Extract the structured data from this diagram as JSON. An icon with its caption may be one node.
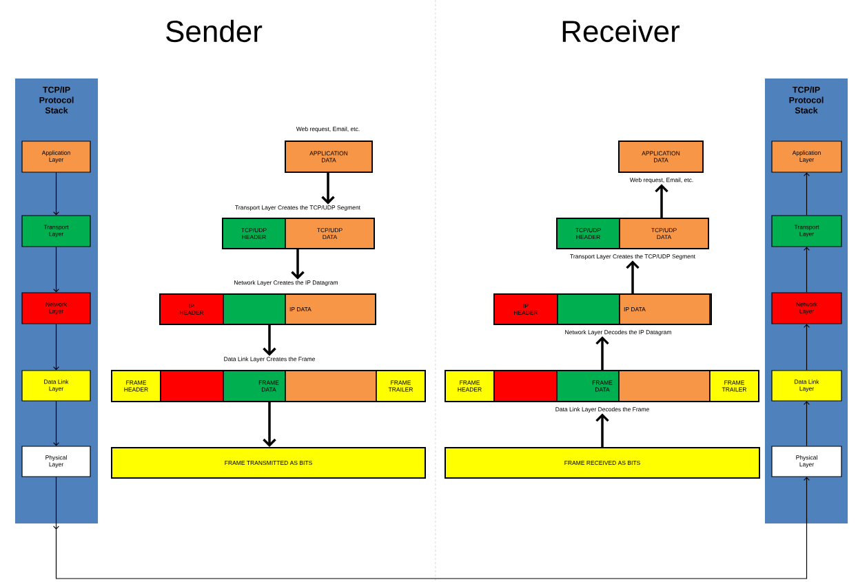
{
  "diagram": {
    "nodes": [
      {
        "text": [
          "TCP/IP Protocol Stack"
        ]
      },
      {
        "text": [
          "Application Layer"
        ],
        "in": 0
      },
      {
        "text": [
          "Transport Layer"
        ],
        "in": 0
      },
      {
        "text": [
          "Network Layer"
        ],
        "in": 0
      },
      {
        "text": [
          "Data Link Layer"
        ],
        "in": 0
      },
      {
        "text": [
          "Physical Layer"
        ],
        "in": 0
      },
      {
        "text": [
          "APPLICATION DATA"
        ],
        "beside": [
          "Web request, Email, etc."
        ]
      },
      {
        "text": [
          "Transport Layer Creates the TCP/UDP Segment",
          "TCP/UDP HEADER",
          "TCP/UDP DATA"
        ]
      },
      {
        "text": [
          "Network Layer Creates the IP Datagram",
          "IP HEADER",
          "IP DATA"
        ]
      },
      {
        "text": [
          "Data Link Layer Creates the Frame",
          "FRAME HEADER",
          "FRAME DATA",
          "FRAME TRAILER"
        ]
      },
      {
        "text": [
          "FRAME TRANSMITTED AS BITS"
        ]
      },
      {
        "text": [
          "APPLICATION DATA"
        ],
        "beside": [
          "Web request, Email, etc."
        ]
      },
      {
        "text": [
          "TCP/UDP HEADER",
          "TCP/UDP DATA",
          "Transport Layer Creates the TCP/UDP Segment"
        ]
      },
      {
        "text": [
          "IP HEADER",
          "IP DATA",
          "Network Layer Decodes the IP Datagram"
        ]
      },
      {
        "text": [
          "FRAME HEADER",
          "FRAME DATA",
          "FRAME TRAILER",
          "Data Link Layer Decodes the Frame"
        ]
      },
      {
        "text": [
          "FRAME RECEIVED AS BITS"
        ]
      },
      {
        "text": [
          "TCP/IP Protocol Stack"
        ]
      },
      {
        "text": [
          "Application Layer"
        ],
        "in": 16
      },
      {
        "text": [
          "Transport Layer"
        ],
        "in": 16
      },
      {
        "text": [
          "Network Layer"
        ],
        "in": 16
      },
      {
        "text": [
          "Data Link Layer"
        ],
        "in": 16
      },
      {
        "text": [
          "Physical Layer"
        ],
        "in": 16
      }
    ],
    "edges": [
      {
        "from": 1,
        "to": 2,
        "arrow": "to"
      },
      {
        "from": 2,
        "to": 3,
        "arrow": "to"
      },
      {
        "from": 3,
        "to": 4,
        "arrow": "to"
      },
      {
        "from": 4,
        "to": 5,
        "arrow": "to"
      },
      {
        "from": 5,
        "to": 21,
        "arrow": "to"
      },
      {
        "from": 21,
        "to": 20,
        "arrow": "to"
      },
      {
        "from": 20,
        "to": 19,
        "arrow": "to"
      },
      {
        "from": 19,
        "to": 18,
        "arrow": "to"
      },
      {
        "from": 18,
        "to": 17,
        "arrow": "to"
      },
      {
        "from": 6,
        "to": 7,
        "arrow": "to",
        "style": "thick"
      },
      {
        "from": 7,
        "to": 8,
        "arrow": "to",
        "style": "thick"
      },
      {
        "from": 8,
        "to": 9,
        "arrow": "to",
        "style": "thick"
      },
      {
        "from": 9,
        "to": 10,
        "arrow": "to",
        "style": "thick"
      },
      {
        "from": 15,
        "to": 14,
        "arrow": "to",
        "style": "thick"
      },
      {
        "from": 14,
        "to": 13,
        "arrow": "to",
        "style": "thick"
      },
      {
        "from": 13,
        "to": 12,
        "arrow": "to",
        "style": "thick"
      },
      {
        "from": 12,
        "to": 11,
        "arrow": "to",
        "style": "thick"
      }
    ],
    "labels": [
      "Sender",
      "Receiver"
    ]
  }
}
